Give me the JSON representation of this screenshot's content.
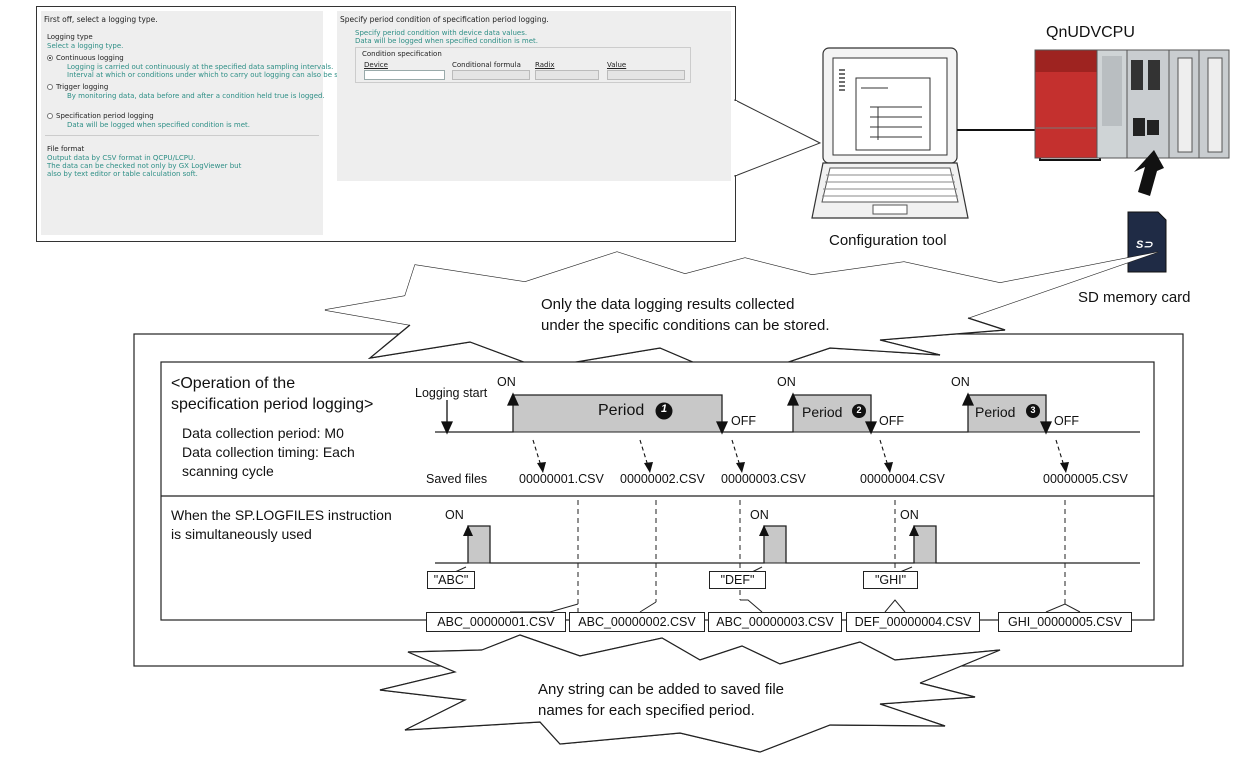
{
  "screenshot": {
    "left": {
      "heading": "First off, select a logging type.",
      "logging_type_label": "Logging type",
      "logging_type_hint": "Select a logging type.",
      "options": [
        {
          "label": "Continuous logging",
          "desc1": "Logging is carried out continuously at the specified data sampling intervals.",
          "desc2": "Interval at which or conditions under which to carry out logging can also be specified."
        },
        {
          "label": "Trigger logging",
          "desc1": "By monitoring data, data before and after a condition held true is logged.",
          "desc2": ""
        },
        {
          "label": "Specification period logging",
          "desc1": "Data will be logged when specified condition is met.",
          "desc2": ""
        }
      ],
      "file_format_label": "File format",
      "file_format_desc1": "Output data by CSV format in QCPU/LCPU.",
      "file_format_desc2": "The data can be checked not only by GX LogViewer but",
      "file_format_desc3": "also by text editor or table calculation soft."
    },
    "right": {
      "heading": "Specify period condition of specification period logging.",
      "desc1": "Specify period condition with device data values.",
      "desc2": "Data will be logged when specified condition is met.",
      "group_label": "Condition specification",
      "col_device": "Device",
      "col_formula": "Conditional formula",
      "col_radix": "Radix",
      "col_value": "Value"
    }
  },
  "hardware": {
    "cpu_label": "QnUDVCPU",
    "tool_label": "Configuration tool",
    "sd_label": "SD memory card"
  },
  "callouts": {
    "top": [
      "Only the data logging results collected",
      "under the specific conditions can be stored."
    ],
    "bottom": [
      "Any string can be added to saved file",
      "names for each specified period."
    ]
  },
  "timing": {
    "title1": "<Operation of the",
    "title2": "specification period logging>",
    "collection_period": "Data collection period: M0",
    "collection_timing1": "Data collection timing: Each",
    "collection_timing2": "scanning cycle",
    "logging_start": "Logging start",
    "on": "ON",
    "off": "OFF",
    "periods": [
      "Period",
      "Period",
      "Period"
    ],
    "period_nums": [
      "1",
      "2",
      "3"
    ],
    "saved_files_label": "Saved files",
    "saved_files": [
      "00000001.CSV",
      "00000002.CSV",
      "00000003.CSV",
      "00000004.CSV",
      "00000005.CSV"
    ],
    "logfiles1": "When the SP.LOGFILES instruction",
    "logfiles2": "is simultaneously used",
    "strings": [
      "\"ABC\"",
      "\"DEF\"",
      "\"GHI\""
    ],
    "renamed_files": [
      "ABC_00000001.CSV",
      "ABC_00000002.CSV",
      "ABC_00000003.CSV",
      "DEF_00000004.CSV",
      "GHI_00000005.CSV"
    ]
  }
}
